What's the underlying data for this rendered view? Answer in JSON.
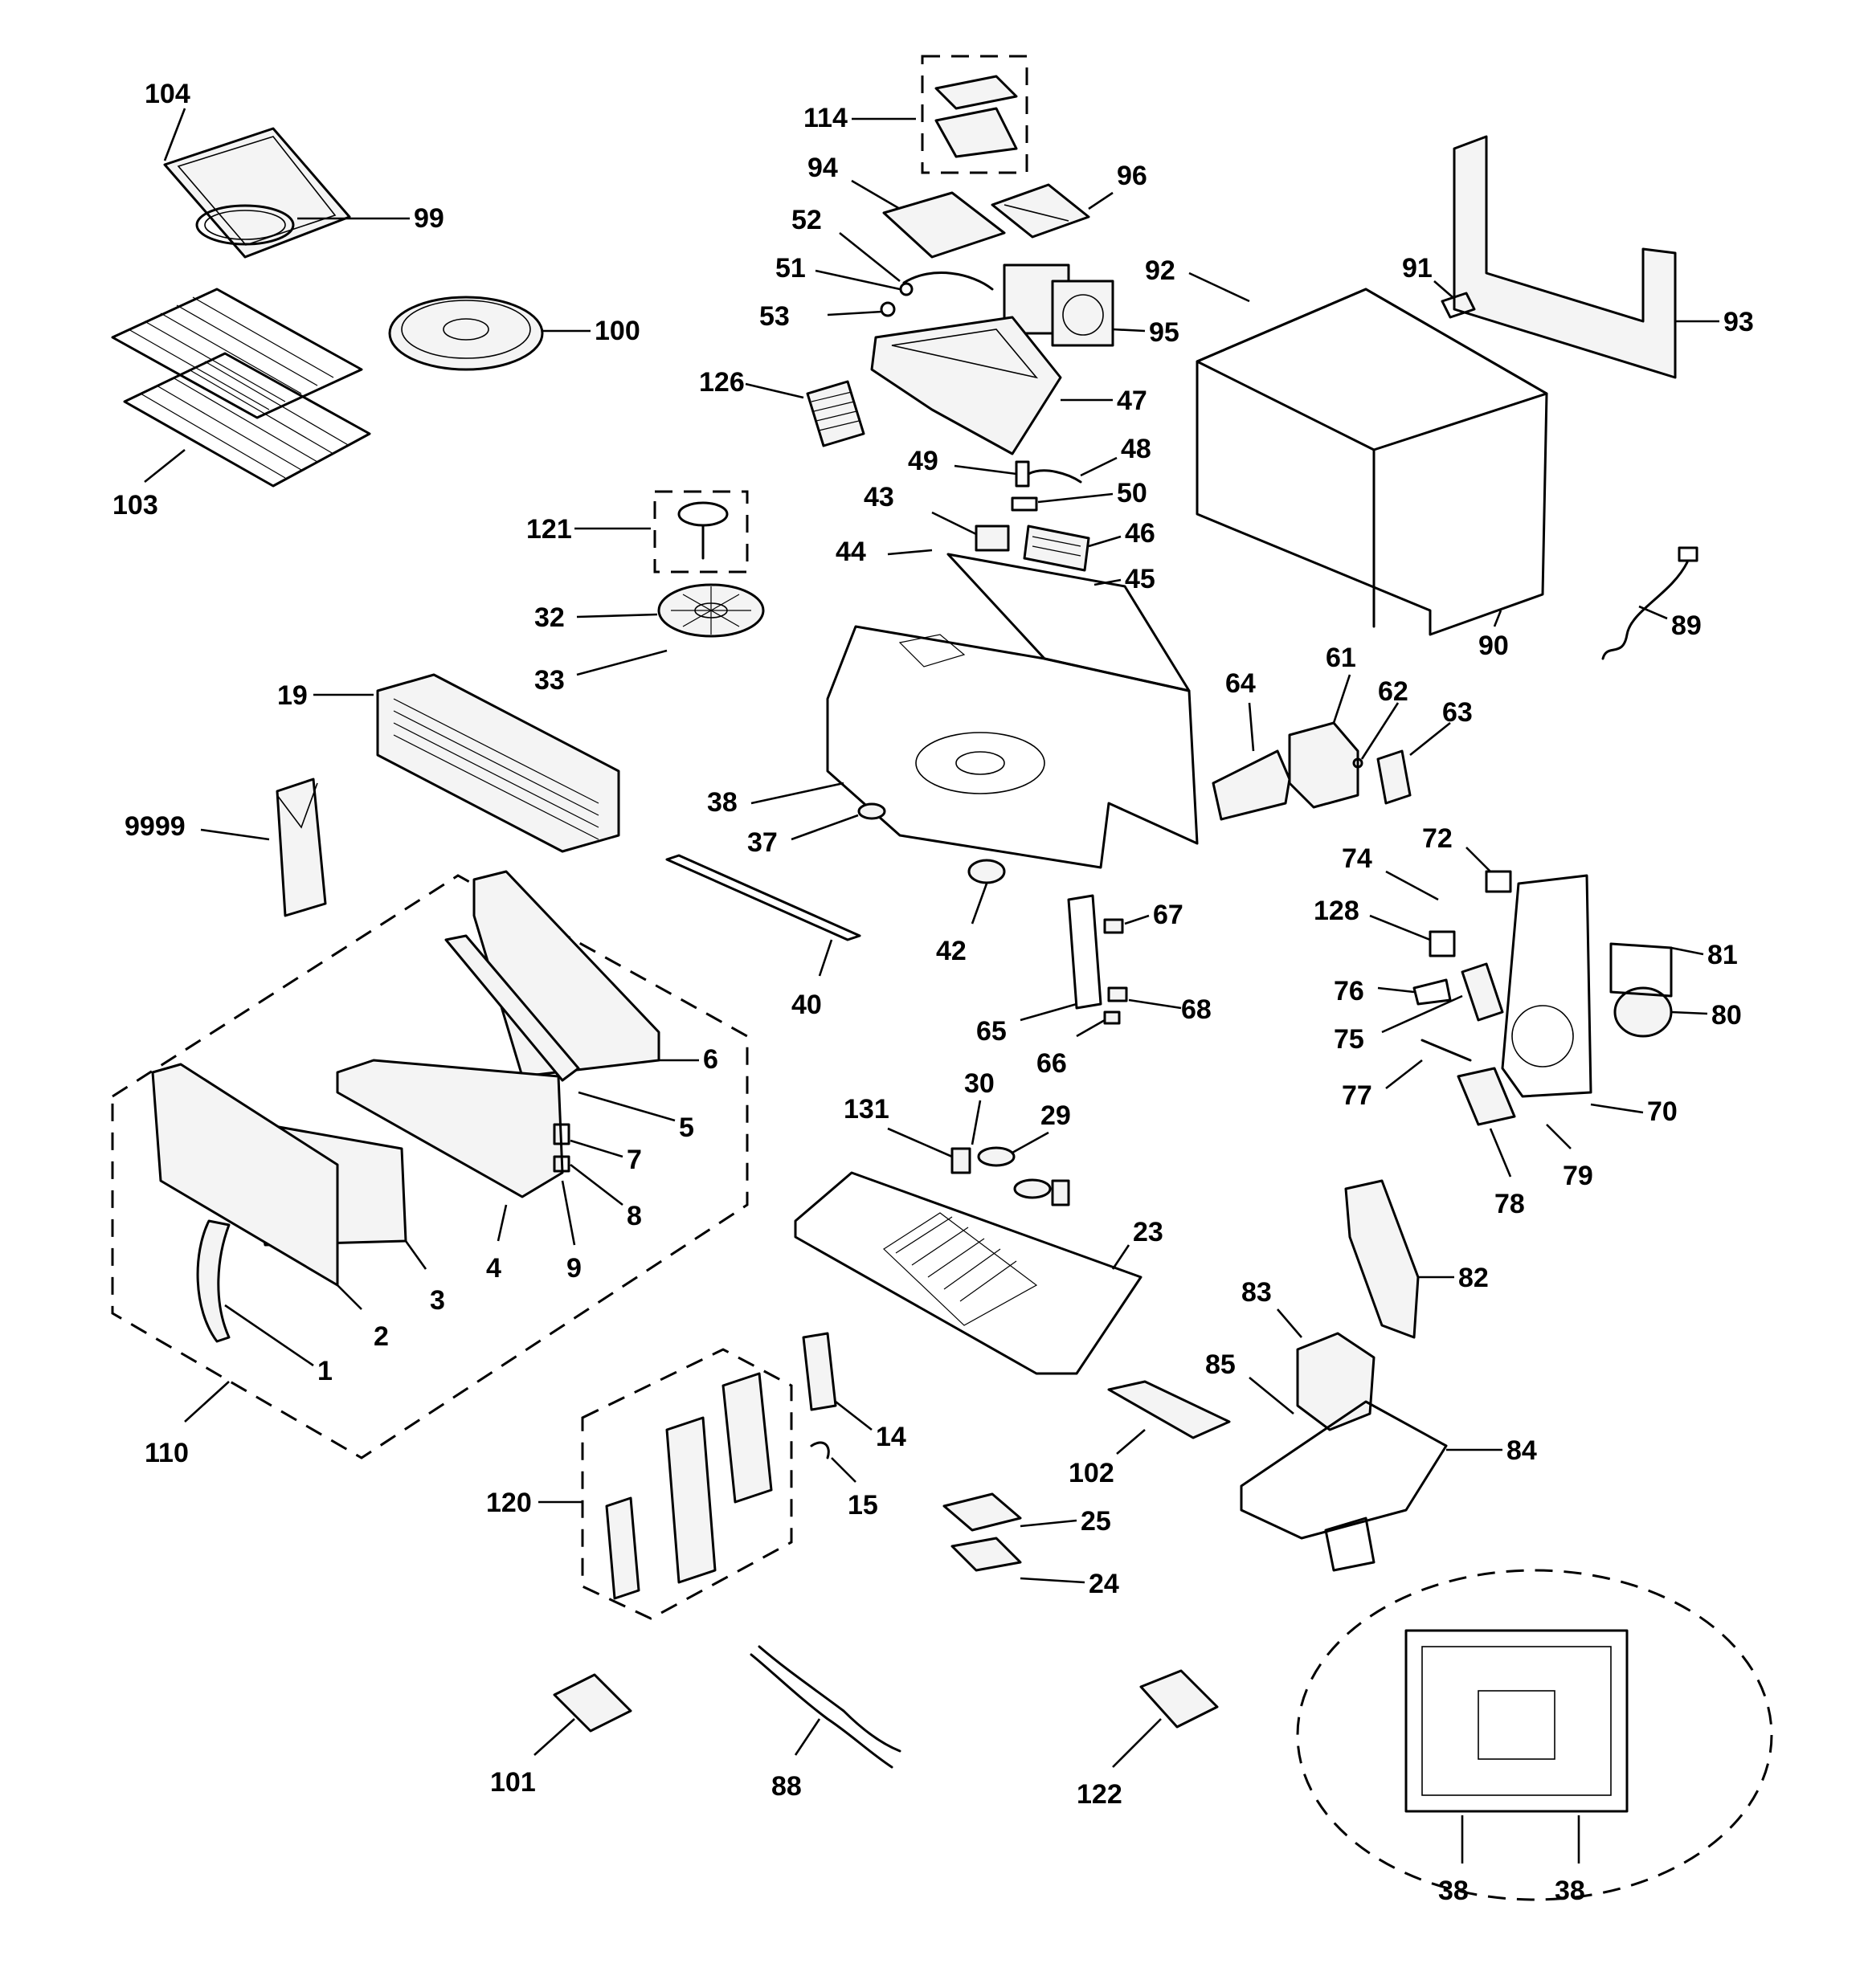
{
  "diagram": {
    "type": "exploded-parts-diagram",
    "callouts": [
      "104",
      "99",
      "100",
      "103",
      "114",
      "94",
      "96",
      "52",
      "51",
      "53",
      "95",
      "126",
      "47",
      "49",
      "48",
      "50",
      "43",
      "46",
      "44",
      "45",
      "121",
      "32",
      "33",
      "19",
      "9999",
      "38",
      "37",
      "42",
      "40",
      "92",
      "91",
      "93",
      "90",
      "89",
      "64",
      "61",
      "62",
      "63",
      "72",
      "74",
      "128",
      "81",
      "76",
      "80",
      "75",
      "77",
      "70",
      "78",
      "79",
      "67",
      "68",
      "65",
      "66",
      "131",
      "30",
      "29",
      "23",
      "6",
      "5",
      "7",
      "8",
      "4",
      "9",
      "3",
      "2",
      "1",
      "110",
      "14",
      "15",
      "120",
      "102",
      "25",
      "24",
      "82",
      "83",
      "85",
      "84",
      "101",
      "88",
      "122"
    ],
    "groups": {
      "door_assembly": "110",
      "control_panel_assembly": "120",
      "top_duct_kit": "114",
      "stirrer_kit": "121"
    }
  }
}
